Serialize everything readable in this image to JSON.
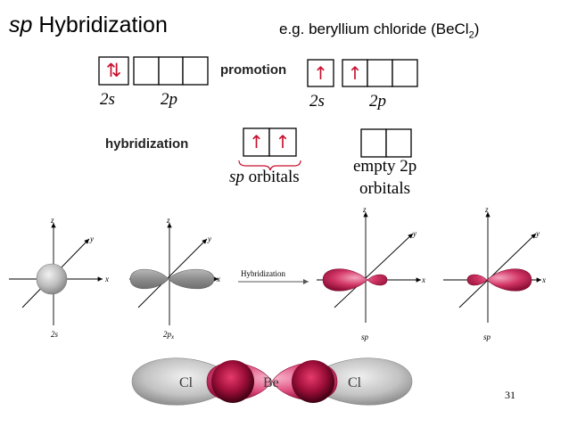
{
  "header": {
    "title_italic": "sp",
    "title_rest": " Hybridization",
    "example_prefix": "e.g. beryllium chloride (BeCl",
    "example_sub": "2",
    "example_suffix": ")"
  },
  "config": {
    "ground": {
      "s_electrons": "⇅",
      "s_label": "2s",
      "p_label": "2p"
    },
    "promotion_label": "promotion",
    "excited": {
      "s_electron": "↑",
      "p_electron": "↑",
      "s_label": "2s",
      "p_label": "2p"
    },
    "hybridization_label": "hybridization",
    "hybrid": {
      "electron_1": "↑",
      "electron_2": "↑",
      "label_italic": "sp",
      "label_rest": " orbitals"
    },
    "empty": {
      "line1": "empty 2p",
      "line2": "orbitals"
    }
  },
  "orbitals": {
    "axis_z": "z",
    "axis_y": "y",
    "axis_x": "x",
    "s_caption": "2s",
    "p_caption": "2p",
    "p_caption_sub": "x",
    "arrow_label": "Hybridization",
    "sp_caption_1": "sp",
    "sp_caption_2": "sp"
  },
  "molecule": {
    "left_atom": "Cl",
    "center_atom": "Be",
    "right_atom": "Cl"
  },
  "page_number": "31",
  "colors": {
    "electron_red": "#c8102e",
    "hybrid_magenta": "#b5163f",
    "orbital_gray": "#a8a8a8"
  }
}
